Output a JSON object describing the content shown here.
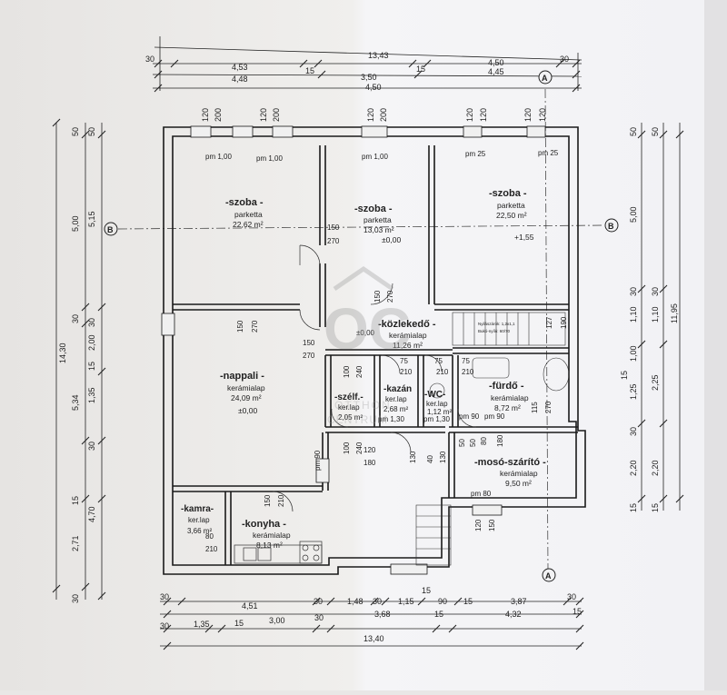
{
  "colors": {
    "paper": "#eeeeec",
    "paper_right": "#f4f4f6",
    "ink": "#1a1a1a",
    "shadow": "#cfcccc"
  },
  "axis_markers": {
    "a": "A",
    "b": "B"
  },
  "top_dims": {
    "row1": "13,43",
    "row2": [
      "30",
      "4,53",
      "15",
      "3,50",
      "15",
      "4,50",
      "30"
    ],
    "row3": [
      "4,48",
      "4,50",
      "4,45"
    ],
    "verticals": [
      "120",
      "200",
      "120",
      "200",
      "120",
      "200",
      "120",
      "120",
      "120",
      "120"
    ]
  },
  "bottom_dims": {
    "row1": [
      "30",
      "4,51",
      "30",
      "1,48",
      "30",
      "1,15",
      "90",
      "15",
      "3,87",
      "30"
    ],
    "row2": [
      "30",
      "1,35",
      "15",
      "3,00",
      "30",
      "3,68",
      "15",
      "4,32",
      "15"
    ],
    "row3": "13,40",
    "extra": "15"
  },
  "left_dims": {
    "total": "14,30",
    "parts": [
      "50",
      "5,15",
      "5,00",
      "30",
      "2,00",
      "15",
      "1,35",
      "5,34",
      "30",
      "4,70",
      "2,71",
      "15",
      "30"
    ],
    "marks": [
      "50",
      "30"
    ]
  },
  "right_dims": {
    "total": "11,95",
    "parts": [
      "50",
      "5,00",
      "50",
      "30",
      "1,10",
      "1,10",
      "30",
      "1,00",
      "15",
      "1,25",
      "2,25",
      "30",
      "2,20",
      "2,20",
      "15",
      "15"
    ]
  },
  "rooms": [
    {
      "name": "-szoba -",
      "floor": "parketta",
      "area": "22,62 m²"
    },
    {
      "name": "-szoba -",
      "floor": "parketta",
      "area": "13,03 m²",
      "level": "±0,00"
    },
    {
      "name": "-szoba -",
      "floor": "parketta",
      "area": "22,50 m²",
      "level": "+1,55"
    },
    {
      "name": "-közlekedő -",
      "floor": "kerámialap",
      "area": "11,26 m²"
    },
    {
      "name": "-nappali -",
      "floor": "kerámialap",
      "area": "24,09 m²",
      "level": "±0,00"
    },
    {
      "name": "-szélf.-",
      "floor": "ker.lap",
      "area": "2,05 m²"
    },
    {
      "name": "-kazán",
      "floor": "ker.lap",
      "area": "2,68 m²"
    },
    {
      "name": "-WC-",
      "floor": "ker.lap",
      "area": "1,12 m²"
    },
    {
      "name": "-fürdő -",
      "floor": "kerámialap",
      "area": "8,72 m²"
    },
    {
      "name": "-mosó-szárító -",
      "floor": "kerámialap",
      "area": "9,50 m²"
    },
    {
      "name": "-kamra-",
      "floor": "ker.lap",
      "area": "3,66 m²"
    },
    {
      "name": "-konyha -",
      "floor": "kerámialap",
      "area": "8,13 m²"
    }
  ],
  "window_tags": [
    "pm 1,00",
    "pm 1,00",
    "pm 1,00",
    "pm 25",
    "pm 25",
    "pm 1,30",
    "pm 1,30",
    "pm 90",
    "pm 90",
    "pm 80",
    "pm 90"
  ],
  "door_dims": [
    "150",
    "270",
    "150",
    "270",
    "150",
    "270",
    "150",
    "270",
    "75",
    "210",
    "75",
    "210",
    "75",
    "210",
    "100",
    "240",
    "100",
    "240",
    "120",
    "180",
    "40",
    "130",
    "50",
    "130",
    "50",
    "80",
    "180",
    "115",
    "270",
    "150",
    "210",
    "80",
    "210",
    "127",
    "190",
    "120",
    "150",
    "±0,00"
  ],
  "watermark": {
    "letters": "OC",
    "line1": "OTTHON",
    "line2": "CENTRUM"
  },
  "stair_note": [
    "Nyilászárók: 1,2x1,1",
    "Bukó-nyíló: 60/70"
  ]
}
